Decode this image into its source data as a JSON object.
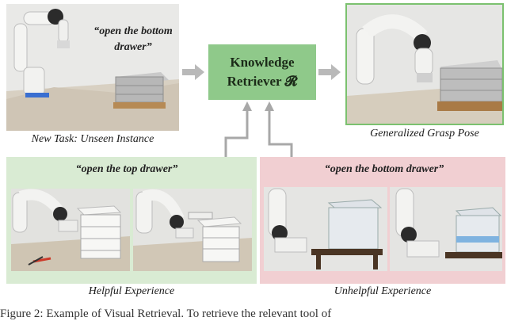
{
  "new_task": {
    "instruction": "“open the bottom drawer”",
    "caption": "New Task: Unseen Instance"
  },
  "retriever": {
    "line1": "Knowledge",
    "line2": "Retriever 𝓡"
  },
  "generalized": {
    "caption": "Generalized Grasp Pose"
  },
  "helpful": {
    "instruction": "“open the top drawer”",
    "caption": "Helpful Experience"
  },
  "unhelpful": {
    "instruction": "“open the bottom drawer”",
    "caption": "Unhelpful Experience"
  },
  "figure_caption": "Figure 2: Example of Visual Retrieval. To retrieve the relevant tool of"
}
